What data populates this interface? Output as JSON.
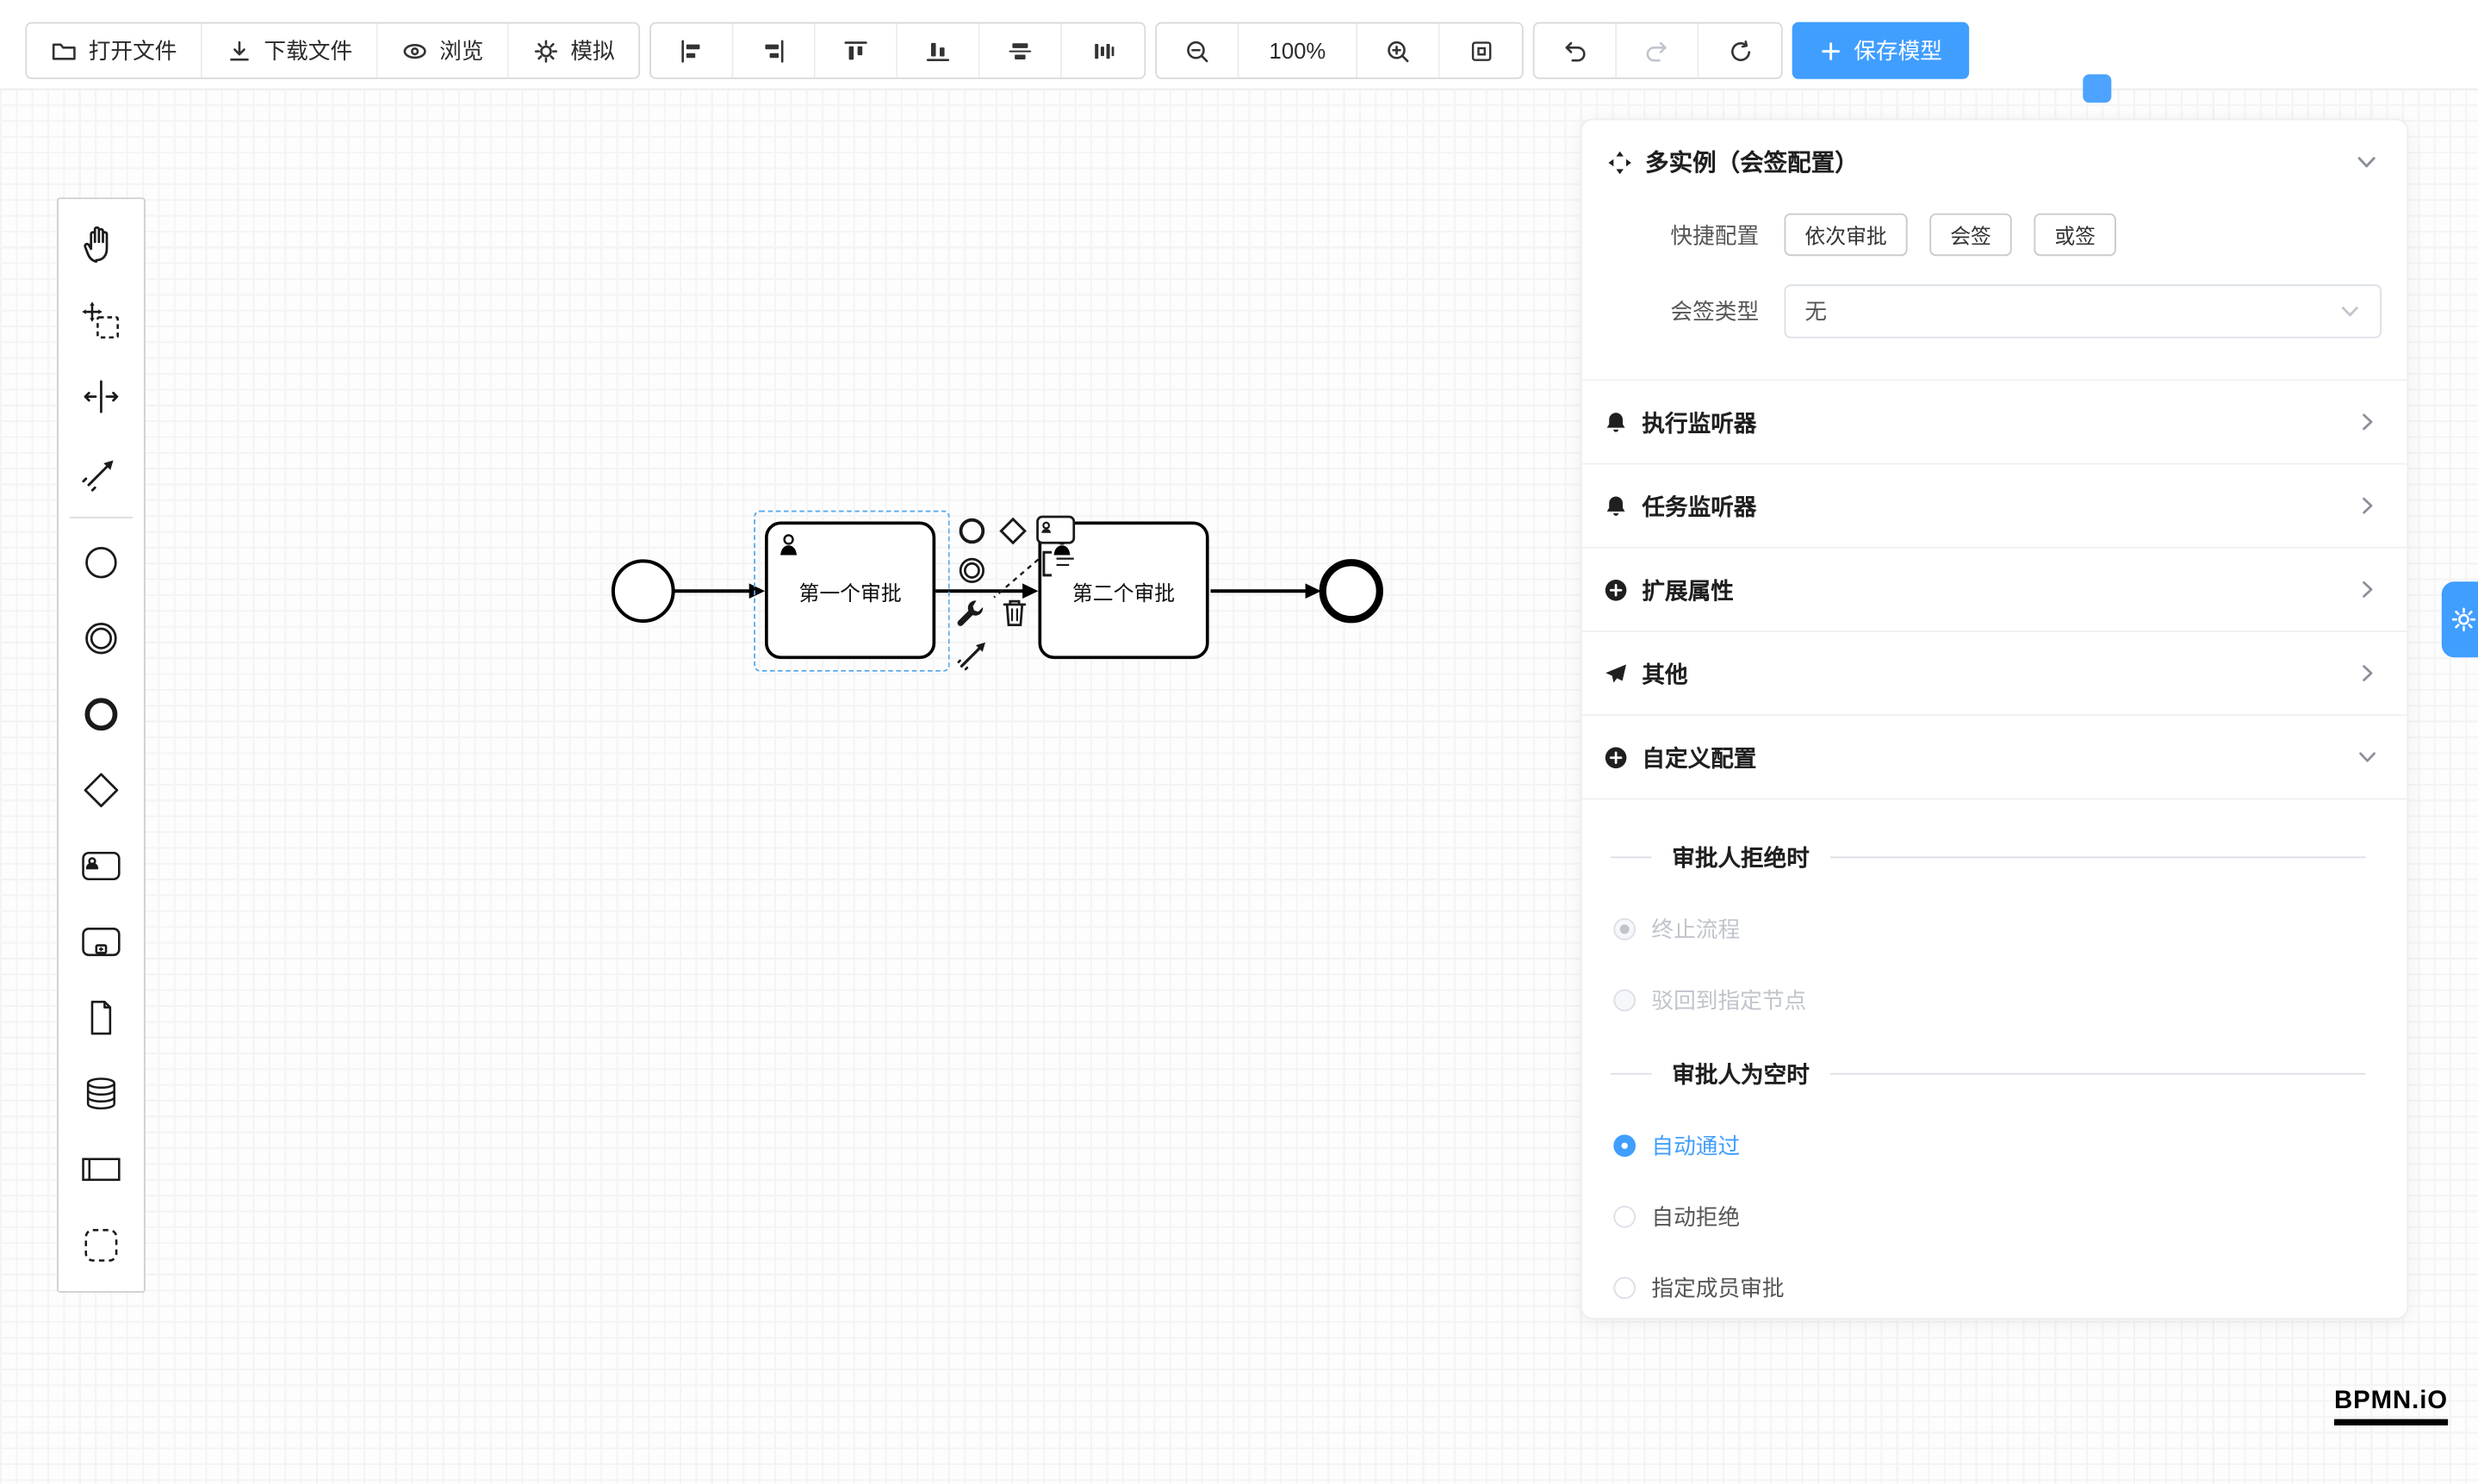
{
  "toolbar": {
    "open_label": "打开文件",
    "download_label": "下载文件",
    "preview_label": "浏览",
    "simulate_label": "模拟",
    "zoom_level": "100%",
    "save_label": "保存模型"
  },
  "canvas": {
    "task1_label": "第一个审批",
    "task2_label": "第二个审批"
  },
  "panel": {
    "title": "多实例（会签配置）",
    "quick_config_label": "快捷配置",
    "quick_options": [
      "依次审批",
      "会签",
      "或签"
    ],
    "sign_type_label": "会签类型",
    "sign_type_value": "无",
    "sections": [
      {
        "icon": "bell-icon",
        "label": "执行监听器"
      },
      {
        "icon": "bell-icon",
        "label": "任务监听器"
      },
      {
        "icon": "plus-circle-icon",
        "label": "扩展属性"
      },
      {
        "icon": "send-icon",
        "label": "其他"
      },
      {
        "icon": "plus-circle-icon",
        "label": "自定义配置"
      }
    ],
    "reject_when": {
      "divider": "审批人拒绝时",
      "options": [
        {
          "label": "终止流程",
          "checked": true,
          "disabled": true
        },
        {
          "label": "驳回到指定节点",
          "checked": false,
          "disabled": true
        }
      ]
    },
    "empty_when": {
      "divider": "审批人为空时",
      "options": [
        {
          "label": "自动通过",
          "checked": true,
          "disabled": false
        },
        {
          "label": "自动拒绝",
          "checked": false,
          "disabled": false
        },
        {
          "label": "指定成员审批",
          "checked": false,
          "disabled": false
        }
      ]
    }
  },
  "logo": {
    "text": "BPMN.iO"
  },
  "colors": {
    "accent": "#409eff",
    "selection": "#55aaee",
    "disabled_text": "#c0c4cc"
  },
  "icons": {
    "toolbar": [
      "folder-open-icon",
      "download-icon",
      "eye-icon",
      "simulate-icon",
      "align-left-icon",
      "align-right-icon",
      "align-top-icon",
      "align-bottom-icon",
      "align-center-icon",
      "distribute-icon",
      "zoom-out-icon",
      "zoom-in-icon",
      "fit-viewport-icon",
      "undo-icon",
      "redo-icon",
      "refresh-icon",
      "plus-icon"
    ],
    "palette": [
      "hand-tool-icon",
      "lasso-tool-icon",
      "space-tool-icon",
      "connect-tool-icon",
      "start-event-icon",
      "intermediate-event-icon",
      "end-event-icon",
      "gateway-icon",
      "user-task-icon",
      "subprocess-icon",
      "document-icon",
      "datastore-icon",
      "participant-icon",
      "group-icon"
    ],
    "context_pad": [
      "append-end-event-icon",
      "append-gateway-icon",
      "append-task-icon",
      "append-intermediate-event-icon",
      "text-annotation-icon",
      "wrench-icon",
      "trash-icon",
      "connect-arrow-icon"
    ]
  }
}
